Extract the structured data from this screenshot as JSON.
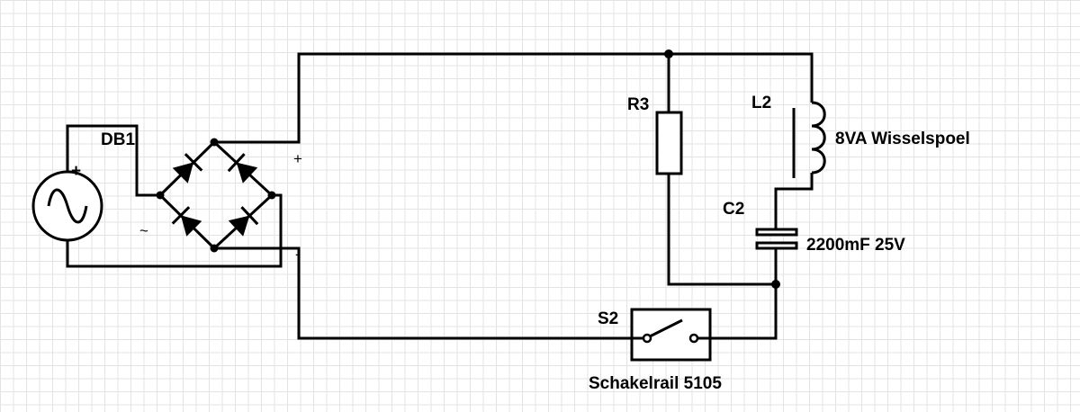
{
  "components": {
    "bridge": {
      "designator": "DB1",
      "ac_symbol": "~",
      "plus_terminal": "+",
      "minus_terminal": "-"
    },
    "source": {
      "plus_sign": "+"
    },
    "resistor": {
      "designator": "R3"
    },
    "coil": {
      "designator": "L2",
      "description": "8VA Wisselspoel"
    },
    "capacitor": {
      "designator": "C2",
      "value": "2200mF 25V"
    },
    "switch": {
      "designator": "S2",
      "description": "Schakelrail 5105"
    }
  },
  "icons": [
    "ac-source-icon",
    "diode-icon",
    "resistor-icon",
    "inductor-icon",
    "capacitor-icon",
    "switch-icon"
  ],
  "colors": {
    "wire": "#000000",
    "grid": "#e3e3e3",
    "background": "#ffffff"
  }
}
